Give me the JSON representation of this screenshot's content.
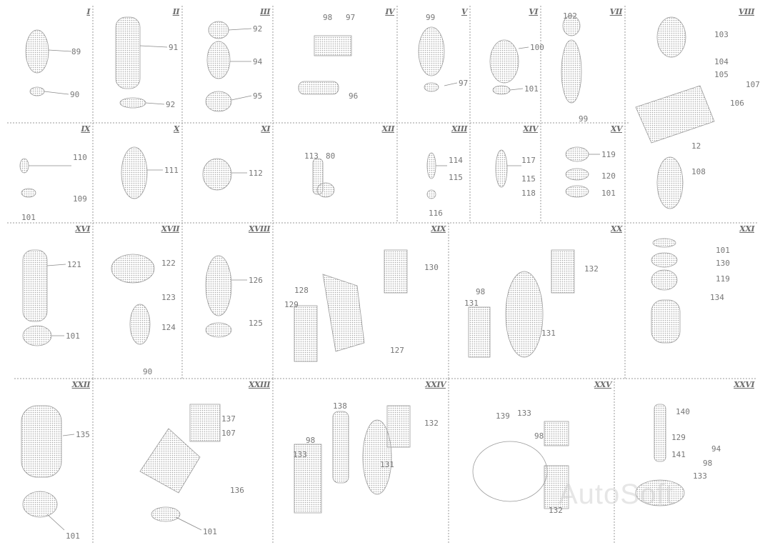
{
  "panels": [
    {
      "num": "I",
      "callouts": [
        "89",
        "90"
      ]
    },
    {
      "num": "II",
      "callouts": [
        "91",
        "92"
      ]
    },
    {
      "num": "III",
      "callouts": [
        "92",
        "94",
        "95"
      ]
    },
    {
      "num": "IV",
      "callouts": [
        "98",
        "97",
        "96"
      ]
    },
    {
      "num": "V",
      "callouts": [
        "99",
        "97"
      ]
    },
    {
      "num": "VI",
      "callouts": [
        "100",
        "101"
      ]
    },
    {
      "num": "VII",
      "callouts": [
        "102",
        "99"
      ]
    },
    {
      "num": "VIII",
      "callouts": [
        "103",
        "104",
        "105",
        "107",
        "106",
        "12",
        "108"
      ]
    },
    {
      "num": "IX",
      "callouts": [
        "110",
        "109",
        "101"
      ]
    },
    {
      "num": "X",
      "callouts": [
        "111"
      ]
    },
    {
      "num": "XI",
      "callouts": [
        "112"
      ]
    },
    {
      "num": "XII",
      "callouts": [
        "113",
        "80"
      ]
    },
    {
      "num": "XIII",
      "callouts": [
        "114",
        "115",
        "116"
      ]
    },
    {
      "num": "XIV",
      "callouts": [
        "117",
        "115",
        "118"
      ]
    },
    {
      "num": "XV",
      "callouts": [
        "119",
        "120",
        "101"
      ]
    },
    {
      "num": "XVI",
      "callouts": [
        "121",
        "101"
      ]
    },
    {
      "num": "XVII",
      "callouts": [
        "122",
        "123",
        "124",
        "90"
      ]
    },
    {
      "num": "XVIII",
      "callouts": [
        "126",
        "125"
      ]
    },
    {
      "num": "XIX",
      "callouts": [
        "128",
        "129",
        "130",
        "127"
      ]
    },
    {
      "num": "XX",
      "callouts": [
        "98",
        "131",
        "132",
        "131"
      ]
    },
    {
      "num": "XXI",
      "callouts": [
        "101",
        "130",
        "119",
        "134"
      ]
    },
    {
      "num": "XXII",
      "callouts": [
        "135",
        "101"
      ]
    },
    {
      "num": "XXIII",
      "callouts": [
        "137",
        "107",
        "136",
        "101"
      ]
    },
    {
      "num": "XXIV",
      "callouts": [
        "138",
        "98",
        "133",
        "132",
        "131"
      ]
    },
    {
      "num": "XXV",
      "callouts": [
        "139",
        "133",
        "98",
        "132"
      ]
    },
    {
      "num": "XXVI",
      "callouts": [
        "140",
        "129",
        "141",
        "94",
        "98",
        "133"
      ]
    }
  ],
  "watermark": "AutoSoft",
  "colors": {
    "ink": "#8a8a8a",
    "stipple": "#b4b4b4",
    "rule": "#9a9a9a",
    "text": "#777777"
  }
}
